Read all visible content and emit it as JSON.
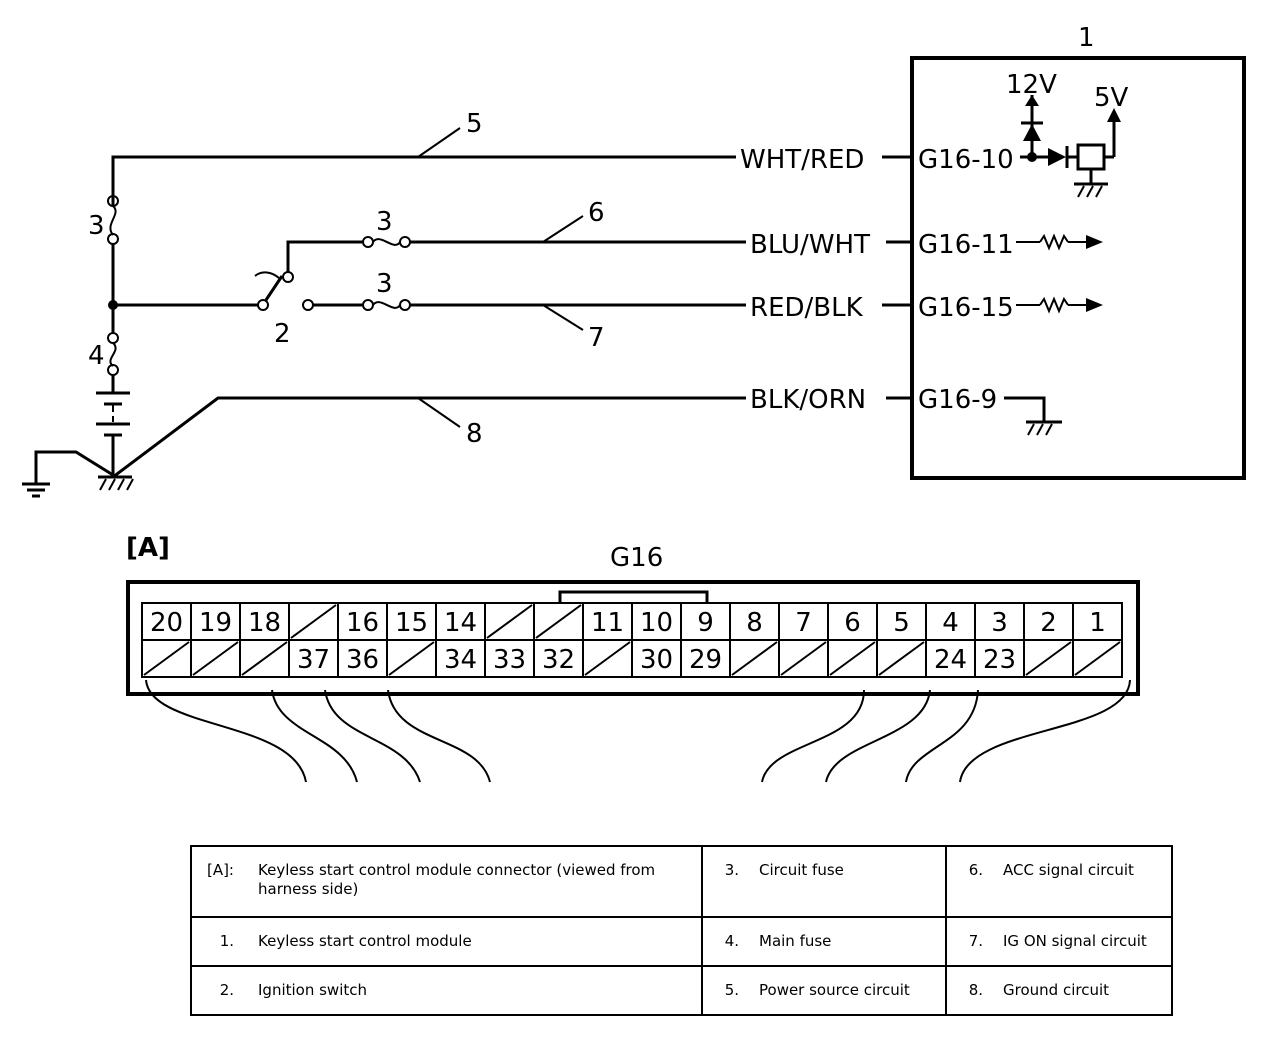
{
  "diagram": {
    "module_number": "1",
    "voltage_12v": "12V",
    "voltage_5v": "5V",
    "callouts": {
      "c5": "5",
      "c6": "6",
      "c7": "7",
      "c8": "8",
      "c3a": "3",
      "c3b": "3",
      "c3c": "3",
      "c4": "4",
      "c2": "2"
    },
    "wires": [
      {
        "color": "WHT/RED",
        "terminal": "G16-10"
      },
      {
        "color": "BLU/WHT",
        "terminal": "G16-11"
      },
      {
        "color": "RED/BLK",
        "terminal": "G16-15"
      },
      {
        "color": "BLK/ORN",
        "terminal": "G16-9"
      }
    ]
  },
  "connector": {
    "view_label": "[A]",
    "name": "G16",
    "top_row": [
      "20",
      "19",
      "18",
      "",
      "16",
      "15",
      "14",
      "",
      "",
      "11",
      "10",
      "9",
      "8",
      "7",
      "6",
      "5",
      "4",
      "3",
      "2",
      "1"
    ],
    "bottom_row": [
      "",
      "",
      "",
      "37",
      "36",
      "",
      "34",
      "33",
      "32",
      "",
      "30",
      "29",
      "",
      "",
      "",
      "",
      "24",
      "23",
      "",
      ""
    ]
  },
  "legend": [
    [
      {
        "key": "[A]:",
        "text": "Keyless start control module connector (viewed from harness side)"
      },
      {
        "key": "3.",
        "text": "Circuit fuse"
      },
      {
        "key": "6.",
        "text": "ACC signal circuit"
      }
    ],
    [
      {
        "key": "1.",
        "text": "Keyless start control module"
      },
      {
        "key": "4.",
        "text": "Main fuse"
      },
      {
        "key": "7.",
        "text": "IG ON signal circuit"
      }
    ],
    [
      {
        "key": "2.",
        "text": "Ignition switch"
      },
      {
        "key": "5.",
        "text": "Power source circuit"
      },
      {
        "key": "8.",
        "text": "Ground circuit"
      }
    ]
  ]
}
